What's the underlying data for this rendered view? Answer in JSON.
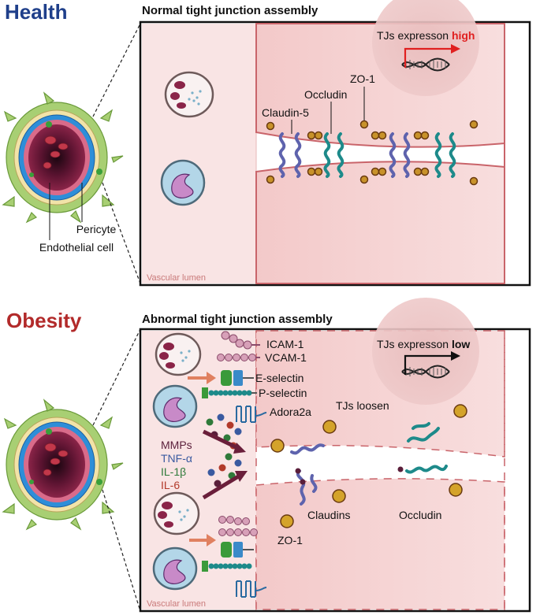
{
  "health": {
    "heading": "Health",
    "panel_title": "Normal tight junction assembly",
    "expression_prefix": "TJs expresson ",
    "expression_level": "high",
    "labels": {
      "claudin": "Claudin-5",
      "occludin": "Occludin",
      "zo1": "ZO-1",
      "pericyte": "Pericyte",
      "endothelial": "Endothelial cell",
      "lumen": "Vascular lumen"
    }
  },
  "obesity": {
    "heading": "Obesity",
    "panel_title": "Abnormal tight junction assembly",
    "expression_prefix": "TJs expresson ",
    "expression_level": "low",
    "labels": {
      "icam": "ICAM-1",
      "vcam": "VCAM-1",
      "eselectin": "E-selectin",
      "pselectin": "P-selectin",
      "adora": "Adora2a",
      "loosen": "TJs loosen",
      "claudins": "Claudins",
      "occludin": "Occludin",
      "zo1": "ZO-1",
      "lumen": "Vascular lumen"
    },
    "cytokines": [
      "MMPs",
      "TNF-α",
      "IL-1β",
      "IL-6"
    ]
  },
  "colors": {
    "health_heading": "#1f3f8a",
    "obesity_heading": "#b22a2a",
    "high": "#e02020",
    "cell_pink": "#f6d7d7",
    "cell_edge": "#c9646a",
    "claudin": "#5e63ad",
    "occludin": "#1d8a8a",
    "zo1": "#d4a32a",
    "mmps": "#5a1e3a",
    "tnf": "#3a5aa0",
    "il1b": "#2f7a3a",
    "il6": "#b23a2a"
  }
}
